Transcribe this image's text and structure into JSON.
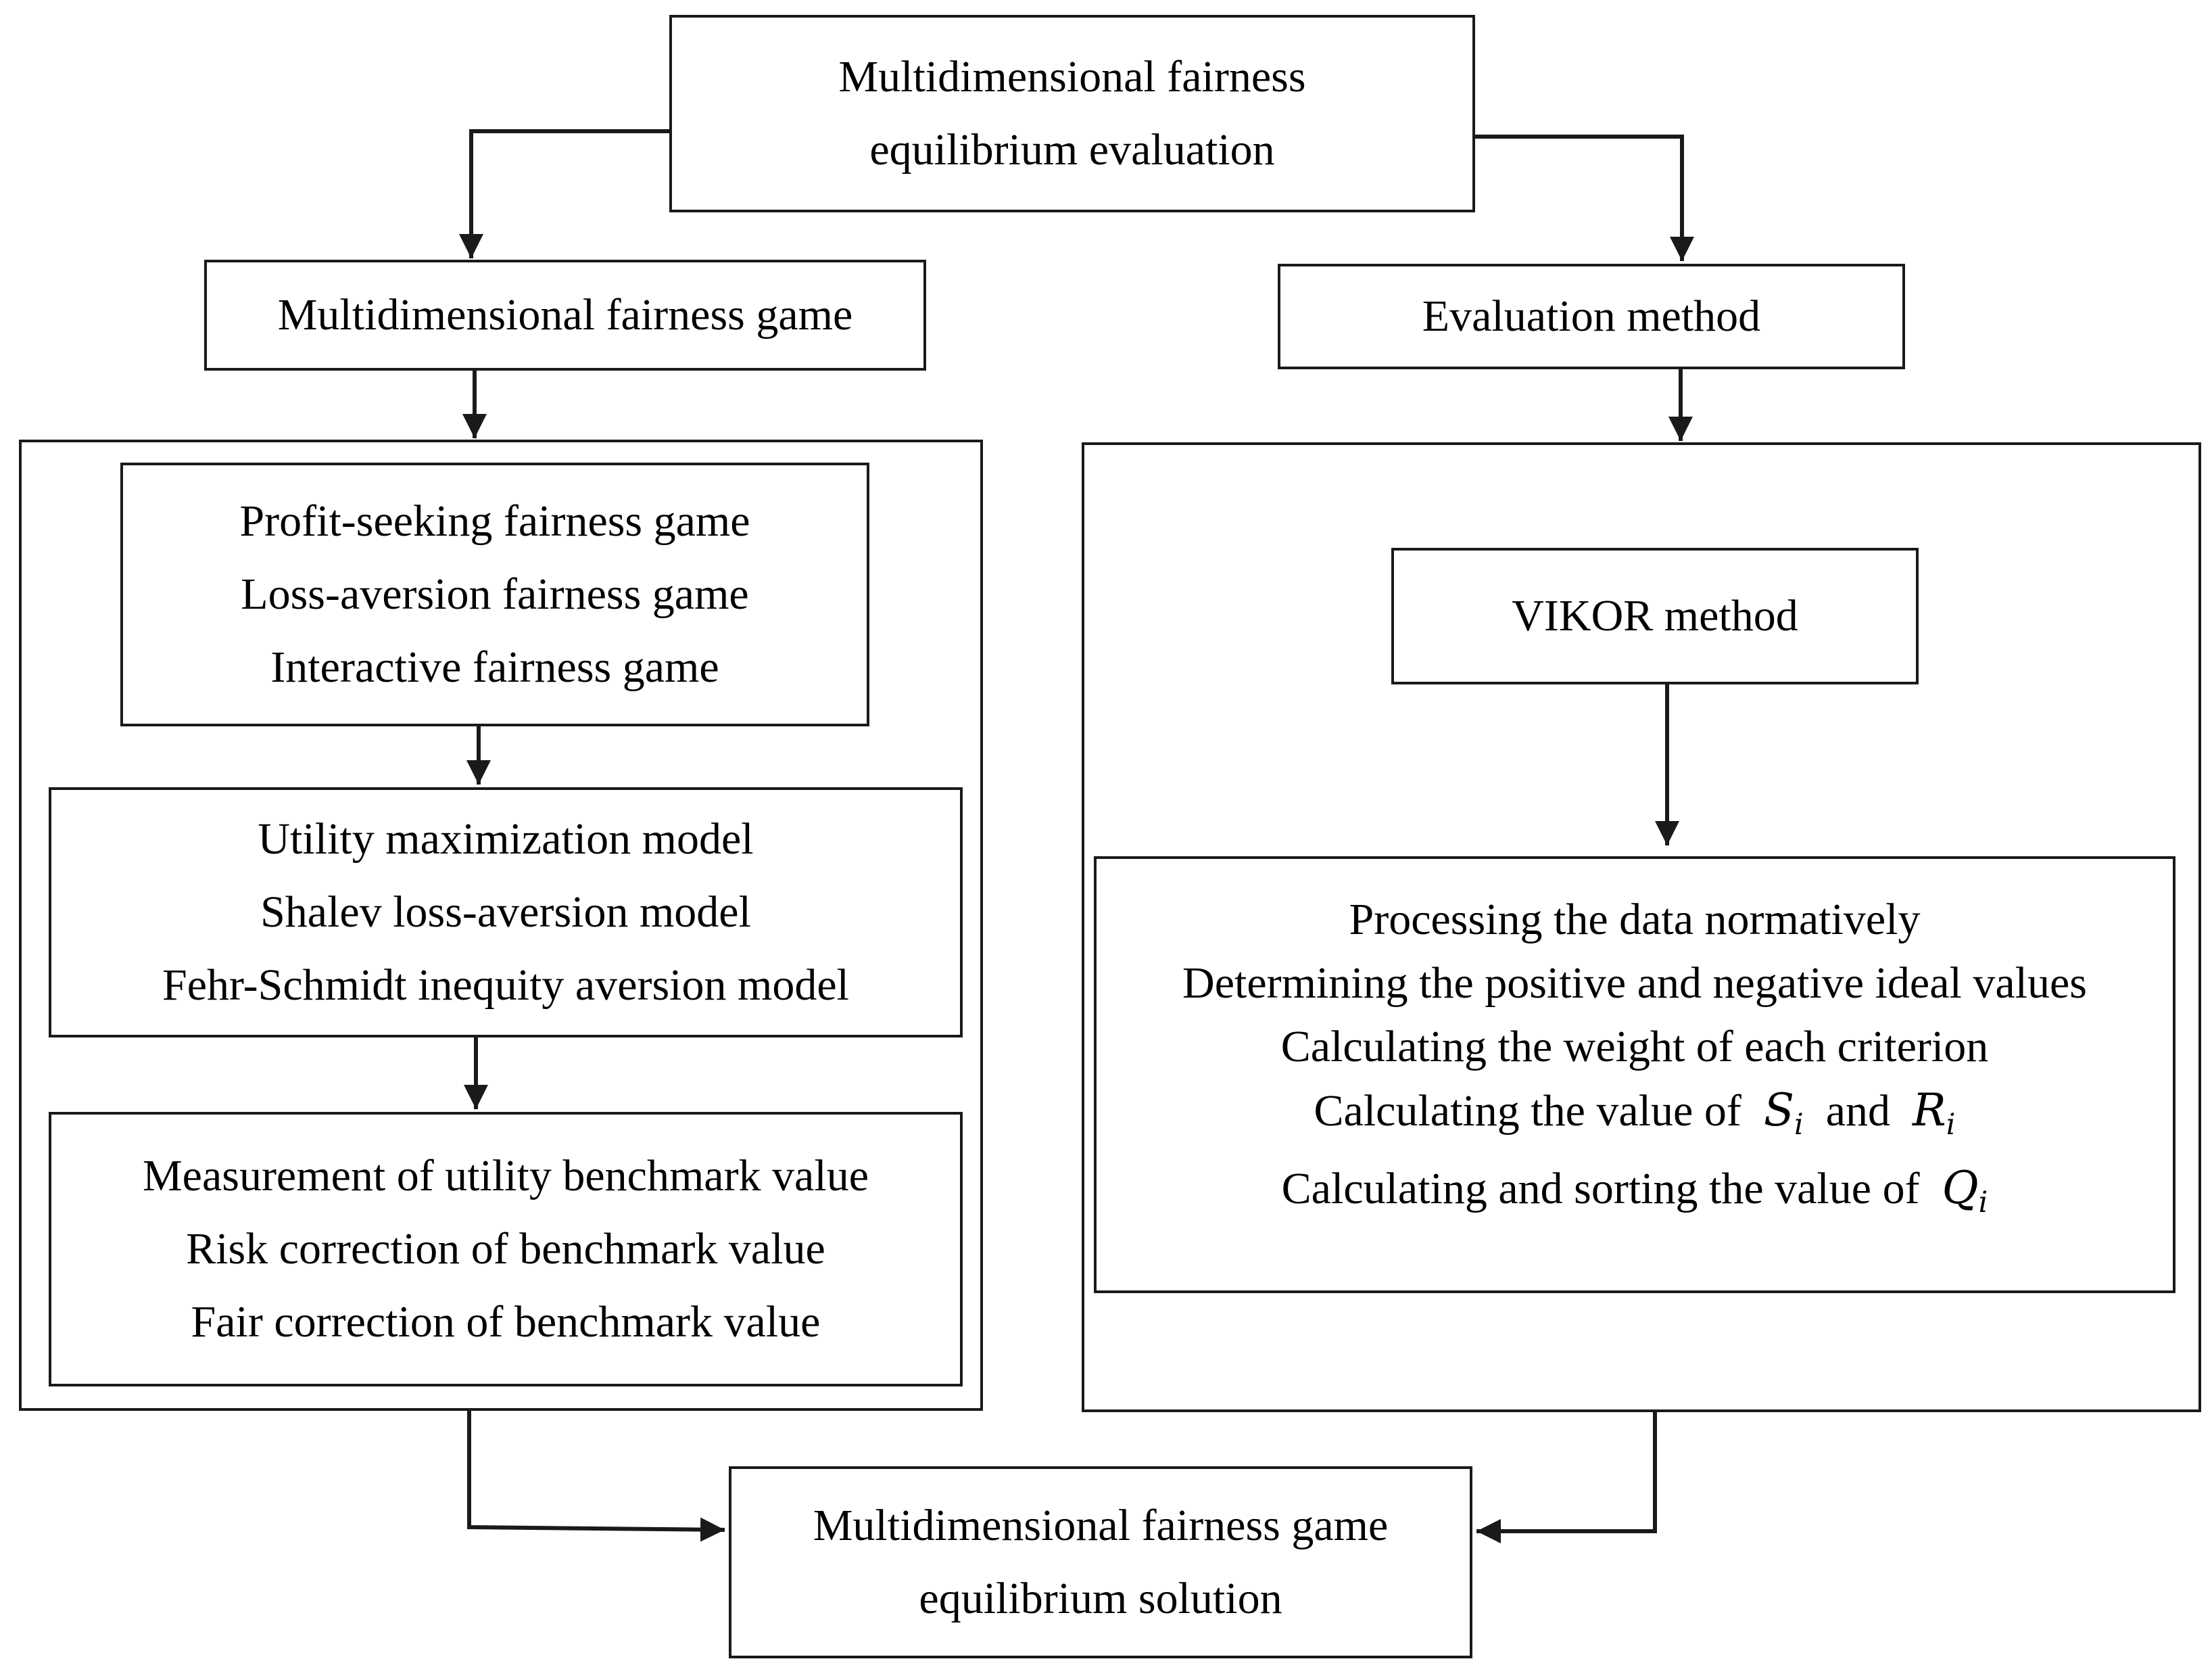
{
  "top": {
    "lines": [
      "Multidimensional fairness",
      "equilibrium evaluation"
    ]
  },
  "left": {
    "header": "Multidimensional fairness game",
    "games": [
      "Profit-seeking fairness game",
      "Loss-aversion fairness game",
      "Interactive fairness game"
    ],
    "models": [
      "Utility maximization model",
      "Shalev loss-aversion model",
      "Fehr-Schmidt inequity aversion model"
    ],
    "benchmarks": [
      "Measurement of utility benchmark value",
      "Risk correction of benchmark value",
      "Fair correction of benchmark value"
    ]
  },
  "right": {
    "header": "Evaluation method",
    "method": "VIKOR method",
    "steps": [
      "Processing the data normatively",
      "Determining the positive and negative ideal values",
      "Calculating the weight of each criterion"
    ],
    "step4": {
      "text": "Calculating the value of",
      "sym_s": "S",
      "sub_s": "i",
      "conj": "and",
      "sym_r": "R",
      "sub_r": "i"
    },
    "step5": {
      "text": "Calculating and sorting the value of",
      "sym_q": "Q",
      "sub_q": "i"
    }
  },
  "bottom": {
    "lines": [
      "Multidimensional fairness game",
      "equilibrium solution"
    ]
  },
  "colors": {
    "line": "#1a1a1a",
    "background": "#ffffff"
  }
}
